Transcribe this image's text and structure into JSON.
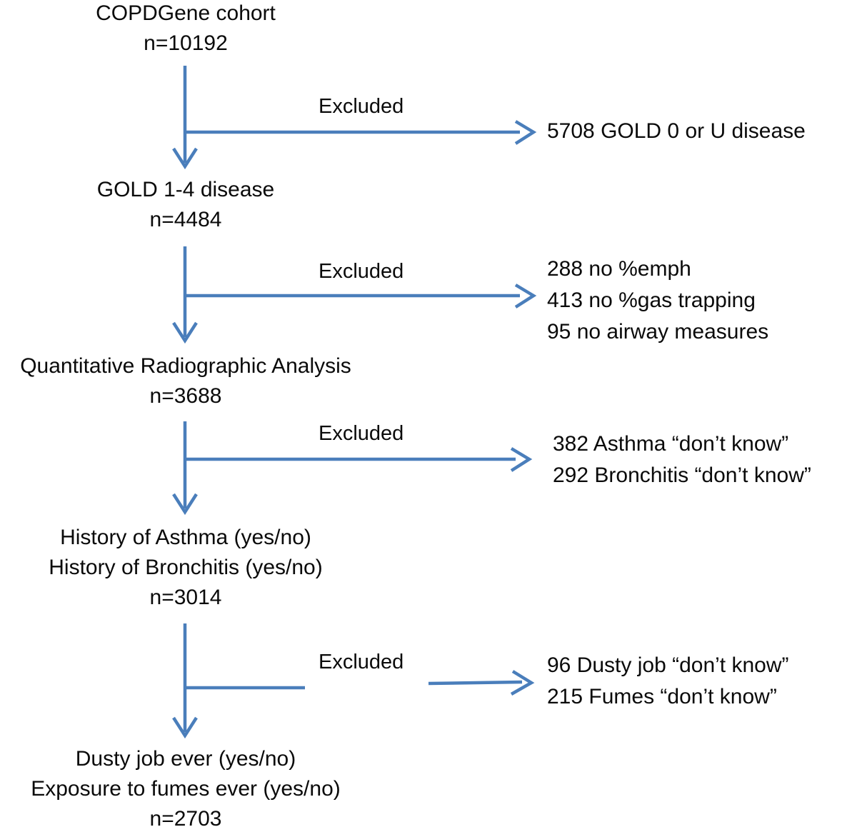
{
  "figure": {
    "kind": "study-flow-diagram",
    "accent_color": "#4a7ebb",
    "text_color": "#0a0a0a",
    "background_color": "#ffffff"
  },
  "nodes": [
    {
      "id": "cohort",
      "lines": [
        "COPDGene cohort",
        "n=10192"
      ],
      "count": "10192"
    },
    {
      "id": "gold",
      "lines": [
        "GOLD 1-4 disease",
        "n=4484"
      ],
      "count": "4484"
    },
    {
      "id": "qra",
      "lines": [
        "Quantitative Radiographic Analysis",
        "n=3688"
      ],
      "count": "3688"
    },
    {
      "id": "history",
      "lines": [
        "History of Asthma (yes/no)",
        "History of Bronchitis (yes/no)",
        "n=3014"
      ],
      "count": "3014"
    },
    {
      "id": "exposure",
      "lines": [
        "Dusty job ever (yes/no)",
        "Exposure to fumes ever (yes/no)",
        "n=2703"
      ],
      "count": "2703"
    }
  ],
  "exclusions": [
    {
      "id": "excl-1",
      "label": "Excluded",
      "lines": [
        "5708 GOLD 0 or U disease"
      ]
    },
    {
      "id": "excl-2",
      "label": "Excluded",
      "lines": [
        "288 no %emph",
        "413 no %gas trapping",
        "95 no airway measures"
      ]
    },
    {
      "id": "excl-3",
      "label": "Excluded",
      "lines": [
        "382 Asthma “don’t know”",
        "292 Bronchitis “don’t know”"
      ]
    },
    {
      "id": "excl-4",
      "label": "Excluded",
      "lines": [
        "96 Dusty job “don’t know”",
        "215 Fumes “don’t know”"
      ]
    }
  ]
}
